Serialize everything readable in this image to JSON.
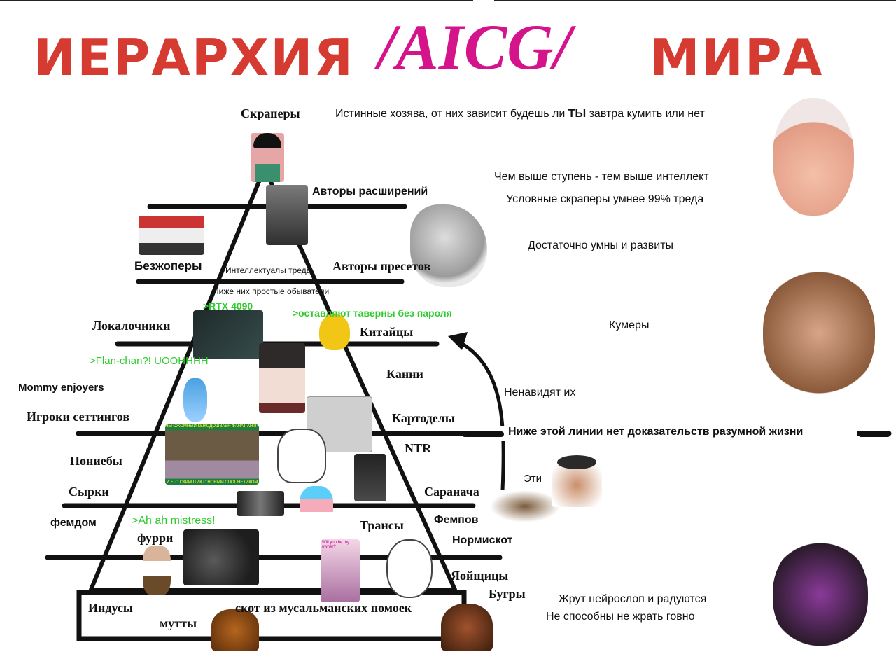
{
  "title": {
    "left": "ИЕРАРХИЯ",
    "middle": "/AICG/",
    "right": "МИРА"
  },
  "colors": {
    "title_red": "#d63b32",
    "title_pink": "#d5148c",
    "green_text": "#2ecc2e",
    "line": "#111111"
  },
  "pyramid_labels": {
    "scrapers": "Скраперы",
    "ext_authors": "Авторы расширений",
    "bezjopery": "Безжоперы",
    "intellectuals": "Интеллектуалы треда",
    "preset_authors": "Авторы пресетов",
    "below_simple": "Ниже них простые обыватели",
    "rtx": ">RTX 4090",
    "taverns": ">оставляют таверны без пароля",
    "lokal": "Локалочники",
    "chinese": "Китайцы",
    "flan": ">Flan-chan?! UOOHHHH",
    "kanni": "Канни",
    "mommy": "Mommy enjoyers",
    "settings_players": "Игроки сеттингов",
    "card_makers": "Картоделы",
    "ntr": "NTR",
    "ponyfuckers": "Пониебы",
    "syrki": "Сырки",
    "locust": "Саранача",
    "femdom": "фемдом",
    "ah_mistress": ">Ah ah mistress!",
    "trans": "Трансы",
    "furry": "фурри",
    "fempov": "Фемпов",
    "normiscot": "Нормискот",
    "egg_eaters": "Яойщицы",
    "bugry": "Бугры",
    "hindus": "Индусы",
    "cattle": "скот из мусальманских помоек",
    "mutts": "мутты",
    "these": "Эти",
    "hate_them": "Ненавидят их",
    "no_life_line": "Ниже этой линии нет доказательств разумной жизни",
    "meme_caption_top": "НЕГОЖОМНЫЙ КЫКОДОШВАВН ФАНАТ АНТРОПИДОРИЯ",
    "meme_caption_bottom": "И ЕГО СКРИПТИК С НОВЫМ СПОПНЕТИКОМ",
    "will_you": "Will you be my owner?"
  },
  "side_notes": {
    "masters_prefix": "Истинные хозява, от них зависит будешь ли ",
    "masters_bold": "ТЫ",
    "masters_suffix": " завтра кумить или нет",
    "higher_step": "Чем выше ступень - тем выше интеллект",
    "scrapers_smarter": "Условные  скраперы умнее 99% треда",
    "smart_enough": "Достаточно умны и развиты",
    "coomers": "Кумеры",
    "eat_slop": "Жрут нейрослоп и радуются",
    "cant_stop": "Не способны не жрать говно"
  }
}
